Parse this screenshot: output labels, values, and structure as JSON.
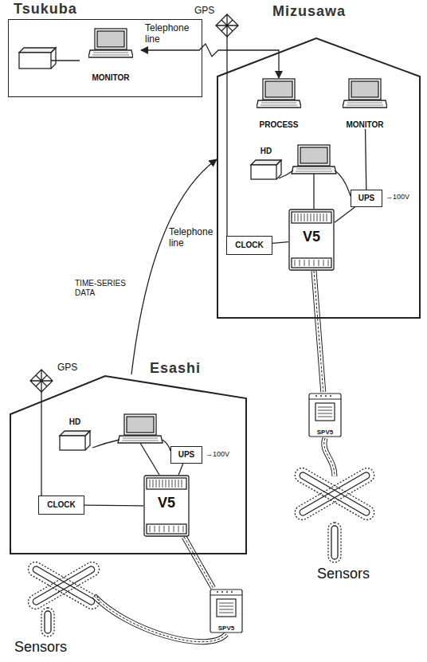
{
  "diagram": {
    "nodes": [
      {
        "text": [
          "Tsukuba"
        ]
      },
      {
        "text": [
          "MONITOR"
        ],
        "in": 0
      },
      {
        "text": [
          "Mizusawa"
        ]
      },
      {
        "text": [
          "PROCESS"
        ],
        "in": 2
      },
      {
        "text": [
          "MONITOR"
        ],
        "in": 2
      },
      {
        "text": [
          "HD"
        ],
        "in": 2
      },
      {
        "text": [
          "UPS"
        ],
        "in": 2
      },
      {
        "text": [
          "CLOCK"
        ],
        "in": 2
      },
      {
        "text": [
          "V5"
        ],
        "in": 2
      },
      {
        "text": [
          "SPV5"
        ]
      },
      {
        "text": [
          "Esashi"
        ]
      },
      {
        "text": [
          "HD"
        ],
        "in": 10
      },
      {
        "text": [
          "UPS"
        ],
        "in": 10
      },
      {
        "text": [
          "CLOCK"
        ],
        "in": 10
      },
      {
        "text": [
          "V5"
        ],
        "in": 10
      },
      {
        "text": [
          "SPV5"
        ]
      }
    ],
    "edges": [
      {
        "from": 1,
        "to": 3,
        "arrow": "both",
        "label": "Telephone line"
      },
      {
        "from": 10,
        "to": 2,
        "arrow": "to",
        "label": "Telephone line"
      },
      {
        "from": 7,
        "to": 8,
        "arrow": "none"
      },
      {
        "from": 6,
        "to": 8,
        "arrow": "none"
      },
      {
        "from": 4,
        "to": 6,
        "arrow": "none"
      },
      {
        "from": 8,
        "to": 9,
        "arrow": "none"
      },
      {
        "from": 13,
        "to": 14,
        "arrow": "none"
      },
      {
        "from": 12,
        "to": 14,
        "arrow": "none"
      },
      {
        "from": 14,
        "to": 15,
        "arrow": "none"
      }
    ],
    "labels": [
      "GPS",
      "GPS",
      "TIME-SERIES DATA",
      "→100V",
      "→100V",
      "Sensors",
      "Sensors"
    ]
  }
}
